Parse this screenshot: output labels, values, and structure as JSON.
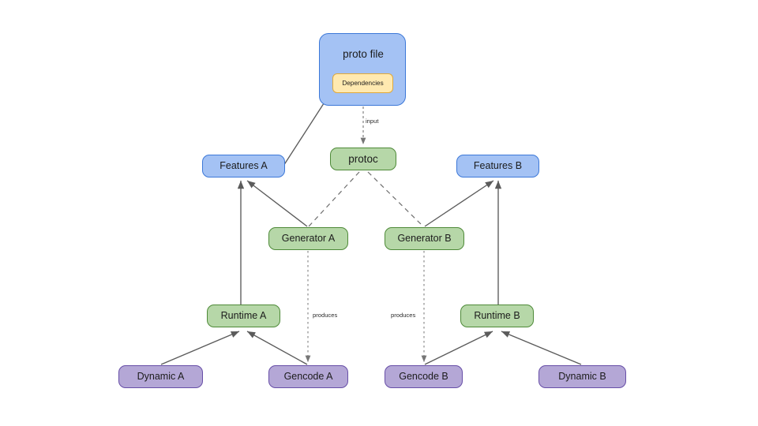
{
  "diagram": {
    "title": "protoc generator and runtime dependency diagram",
    "background": "#ffffff",
    "palette": {
      "blue_fill": "#a4c2f4",
      "blue_stroke": "#3c78d8",
      "green_fill": "#b6d7a8",
      "green_stroke": "#4e8a38",
      "purple_fill": "#b4a7d6",
      "purple_stroke": "#674ea7",
      "yellow_fill": "#ffe9b0",
      "yellow_stroke": "#e0a93b",
      "edge_color": "#5b5b5b"
    },
    "nodes": {
      "proto_file": {
        "label": "proto file",
        "color": "blue"
      },
      "dependencies": {
        "label": "Dependencies",
        "color": "yellow"
      },
      "protoc": {
        "label": "protoc",
        "color": "green"
      },
      "features_a": {
        "label": "Features A",
        "color": "blue"
      },
      "features_b": {
        "label": "Features B",
        "color": "blue"
      },
      "generator_a": {
        "label": "Generator A",
        "color": "green"
      },
      "generator_b": {
        "label": "Generator B",
        "color": "green"
      },
      "runtime_a": {
        "label": "Runtime A",
        "color": "green"
      },
      "runtime_b": {
        "label": "Runtime B",
        "color": "green"
      },
      "dynamic_a": {
        "label": "Dynamic A",
        "color": "purple"
      },
      "gencode_a": {
        "label": "Gencode A",
        "color": "purple"
      },
      "gencode_b": {
        "label": "Gencode B",
        "color": "purple"
      },
      "dynamic_b": {
        "label": "Dynamic B",
        "color": "purple"
      }
    },
    "edge_labels": {
      "input": "input",
      "produces_a": "produces",
      "produces_b": "produces"
    },
    "edges": [
      {
        "from": "dependencies",
        "to": "features_a",
        "style": "solid",
        "label": ""
      },
      {
        "from": "proto_file",
        "to": "protoc",
        "style": "dashed",
        "label": "input"
      },
      {
        "from": "protoc",
        "to": "generator_a",
        "style": "dashed",
        "label": ""
      },
      {
        "from": "protoc",
        "to": "generator_b",
        "style": "dashed",
        "label": ""
      },
      {
        "from": "generator_a",
        "to": "features_a",
        "style": "solid",
        "label": ""
      },
      {
        "from": "generator_b",
        "to": "features_b",
        "style": "solid",
        "label": ""
      },
      {
        "from": "runtime_a",
        "to": "features_a",
        "style": "solid",
        "label": ""
      },
      {
        "from": "runtime_b",
        "to": "features_b",
        "style": "solid",
        "label": ""
      },
      {
        "from": "generator_a",
        "to": "gencode_a",
        "style": "dotted",
        "label": "produces"
      },
      {
        "from": "generator_b",
        "to": "gencode_b",
        "style": "dotted",
        "label": "produces"
      },
      {
        "from": "dynamic_a",
        "to": "runtime_a",
        "style": "solid",
        "label": ""
      },
      {
        "from": "gencode_a",
        "to": "runtime_a",
        "style": "solid",
        "label": ""
      },
      {
        "from": "gencode_b",
        "to": "runtime_b",
        "style": "solid",
        "label": ""
      },
      {
        "from": "dynamic_b",
        "to": "runtime_b",
        "style": "solid",
        "label": ""
      }
    ]
  }
}
